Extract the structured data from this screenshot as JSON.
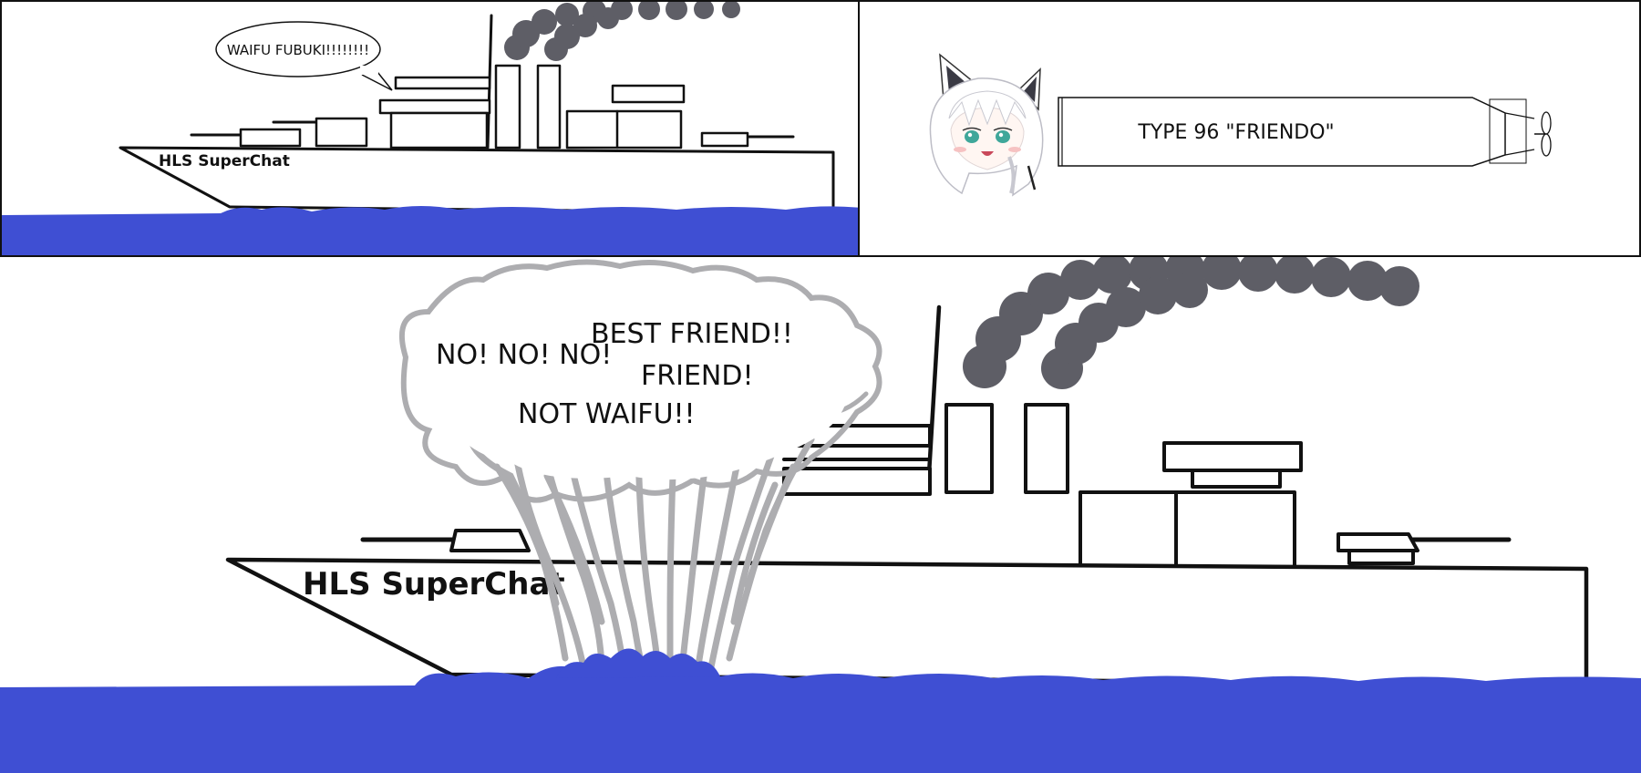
{
  "colors": {
    "sea": "#3f4fd3",
    "smoke": "#5e5e66",
    "splash": "#adadb0",
    "outline": "#111111",
    "background": "#ffffff"
  },
  "panel1": {
    "speech": "WAIFU FUBUKI!!!!!!!!",
    "ship_name": "HLS SuperChat"
  },
  "panel2": {
    "torpedo_label": "TYPE 96 \"FRIENDO\"",
    "character_icon": "fox-girl-head-icon"
  },
  "panel3": {
    "ship_name": "HLS SuperChat",
    "shout_1": "NO! NO! NO!",
    "shout_2": "BEST FRIEND!!",
    "shout_3": "FRIEND!",
    "shout_4": "NOT WAIFU!!"
  }
}
